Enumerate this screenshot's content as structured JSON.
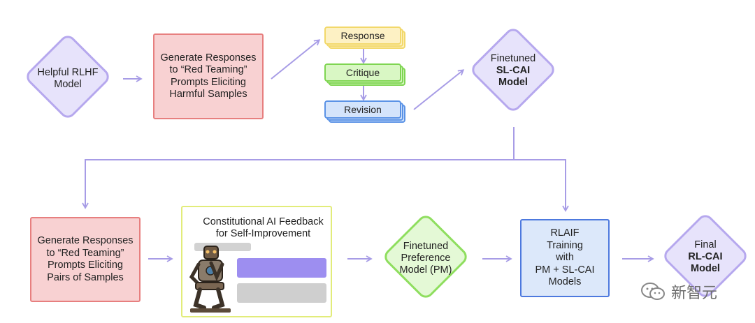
{
  "nodes": {
    "helpful_model": "Helpful RLHF\nModel",
    "generate_harmful": "Generate Responses\nto “Red Teaming”\nPrompts Eliciting\nHarmful Samples",
    "response": "Response",
    "critique": "Critique",
    "revision": "Revision",
    "finetuned_slcai_line1": "Finetuned",
    "finetuned_slcai_line2": "SL-CAI",
    "finetuned_slcai_line3": "Model",
    "generate_pairs": "Generate Responses\nto “Red Teaming”\nPrompts Eliciting\nPairs of Samples",
    "feedback_title": "Constitutional AI Feedback\nfor Self-Improvement",
    "preference_model": "Finetuned\nPreference\nModel (PM)",
    "rlaif": "RLAIF\nTraining\nwith\nPM + SL-CAI\nModels",
    "final_line1": "Final",
    "final_line2": "RL-CAI",
    "final_line3": "Model"
  },
  "watermark": {
    "icon": "wechat-icon",
    "text": "新智元"
  },
  "colors": {
    "arrow": "#a79ce6",
    "purple_fill": "#e7e3fb",
    "red_fill": "#f8d1d2",
    "blue_fill": "#dce8fa",
    "green_fill": "#e4f9d6"
  }
}
